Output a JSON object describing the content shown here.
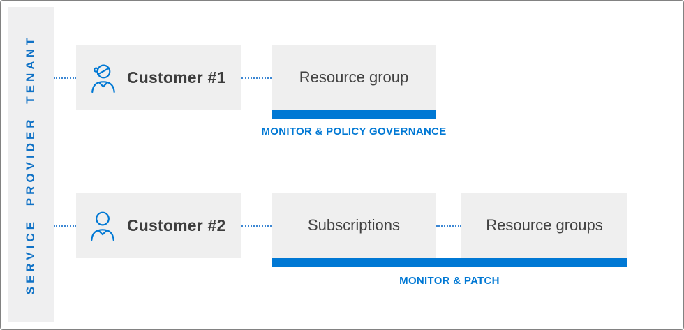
{
  "colors": {
    "accent": "#0078d4",
    "sidebar_text": "#1072c6",
    "box_bg": "#efefef",
    "text_dark": "#3d3d3d",
    "border": "#828282",
    "connector": "#3c87d3"
  },
  "sidebar": {
    "label": "SERVICE PROVIDER TENANT"
  },
  "rows": [
    {
      "customer": {
        "label": "Customer #1",
        "icon": "person-with-cap-icon"
      },
      "boxes": [
        {
          "label": "Resource group"
        }
      ],
      "banner": {
        "label": "MONITOR & POLICY GOVERNANCE"
      }
    },
    {
      "customer": {
        "label": "Customer #2",
        "icon": "person-icon"
      },
      "boxes": [
        {
          "label": "Subscriptions"
        },
        {
          "label": "Resource groups"
        }
      ],
      "banner": {
        "label": "MONITOR & PATCH"
      }
    }
  ]
}
